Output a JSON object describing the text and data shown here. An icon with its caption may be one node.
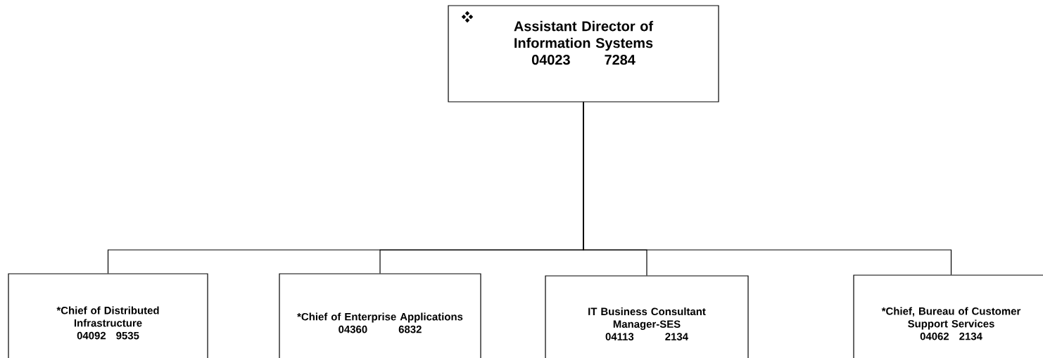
{
  "diagram": {
    "nodes": [
      {
        "text": [
          "Assistant Director of Information Systems",
          "04023",
          "7284"
        ]
      },
      {
        "text": [
          "*Chief of Distributed Infrastructure",
          "04092",
          "9535"
        ]
      },
      {
        "text": [
          "*Chief of Enterprise Applications",
          "04360",
          "6832"
        ]
      },
      {
        "text": [
          "IT Business Consultant Manager-SES",
          "04113",
          "2134"
        ]
      },
      {
        "text": [
          "*Chief, Bureau of Customer Support Services",
          "04062",
          "2134"
        ]
      }
    ],
    "edges": [
      {
        "from": 0,
        "to": 1,
        "arrow": "none"
      },
      {
        "from": 0,
        "to": 2,
        "arrow": "none"
      },
      {
        "from": 0,
        "to": 3,
        "arrow": "none"
      },
      {
        "from": 0,
        "to": 4,
        "arrow": "none"
      }
    ]
  }
}
